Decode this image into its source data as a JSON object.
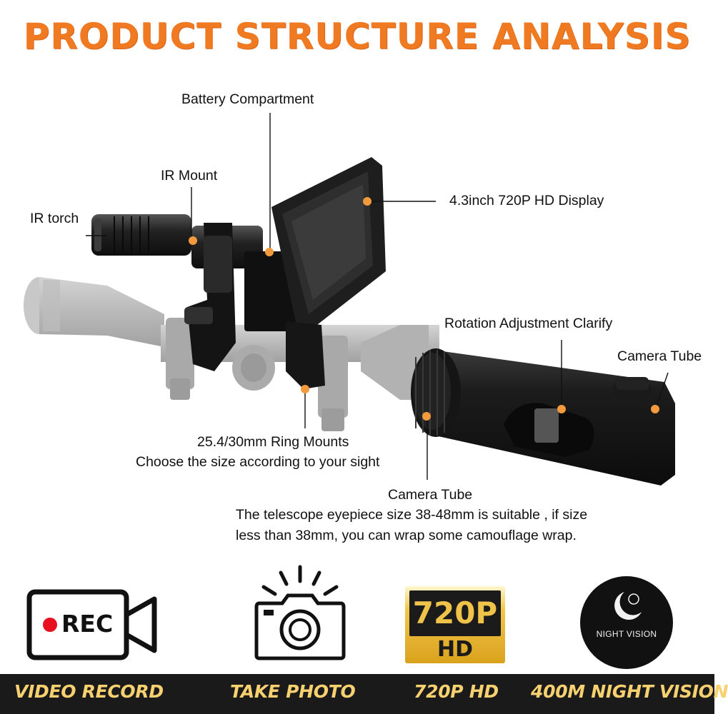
{
  "title": "PRODUCT STRUCTURE ANALYSIS",
  "callouts": {
    "battery": "Battery Compartment",
    "ir_mount": "IR Mount",
    "ir_torch": "IR torch",
    "display": "4.3inch 720P HD Display",
    "rotation": "Rotation Adjustment Clarify",
    "camera_tube_right": "Camera Tube",
    "ring_mounts_1": "25.4/30mm Ring Mounts",
    "ring_mounts_2": "Choose the size according to your sight",
    "camera_tube_bottom": "Camera Tube"
  },
  "description": {
    "line1": "The telescope eyepiece size 38-48mm is suitable , if size",
    "line2": "less than 38mm, you can wrap some camouflage wrap."
  },
  "icons": {
    "rec_label": "REC",
    "hd_top": "720P",
    "hd_bottom": "HD",
    "night_vision": "NIGHT VISION"
  },
  "features": {
    "video": "VIDEO RECORD",
    "photo": "TAKE PHOTO",
    "hd": "720P HD",
    "night": "400M NIGHT VISION"
  },
  "colors": {
    "title": "#f07a22",
    "callout_dot": "#f39a3c",
    "feature_text": "#f7d070",
    "bottom_bar": "#1a1a1a",
    "rec_dot": "#e8101e"
  }
}
